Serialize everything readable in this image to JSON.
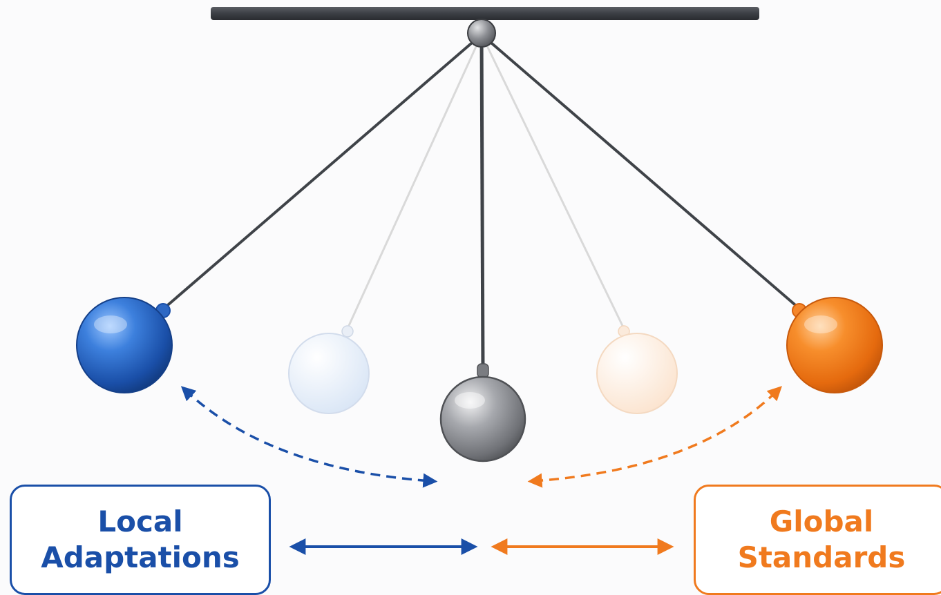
{
  "labels": {
    "left": {
      "line1": "Local",
      "line2": "Adaptations"
    },
    "right": {
      "line1": "Global",
      "line2": "Standards"
    }
  },
  "colors": {
    "left_accent": "#1a4fa8",
    "right_accent": "#f07a1e",
    "bar": "#3c3f45",
    "string": "#3f4348",
    "ghost_string": "#d6d6d6",
    "center_ball": "#8a8c91"
  },
  "icons": {
    "pivot": "pivot-icon",
    "bar": "support-bar-icon"
  }
}
